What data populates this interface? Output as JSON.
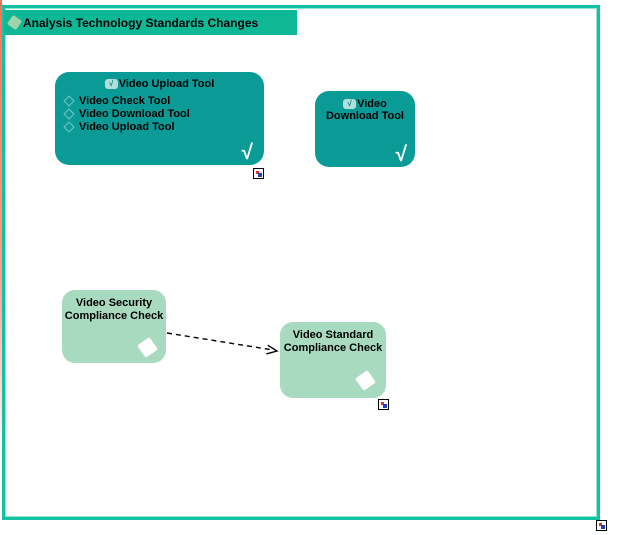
{
  "canvas": {
    "group": {
      "title": "Analysis Technology Standards Changes"
    },
    "nodes": {
      "video_upload_tool": {
        "title": "Video Upload Tool",
        "icon_glyph": "√",
        "badge": "√",
        "items": [
          "Video Check Tool",
          "Video Download Tool",
          "Video Upload Tool"
        ]
      },
      "video_download_tool": {
        "title_line1": "Video",
        "title_line2": "Download Tool",
        "icon_glyph": "√",
        "badge": "√"
      },
      "video_security_compliance_check": {
        "line1": "Video Security",
        "line2": "Compliance Check"
      },
      "video_standard_compliance_check": {
        "line1": "Video Standard",
        "line2": "Compliance Check"
      }
    },
    "relations": [
      {
        "from": "video_security_compliance_check",
        "to": "video_standard_compliance_check",
        "style": "dashed-open-arrow"
      }
    ],
    "colors": {
      "node_teal": "#0a9b97",
      "node_green": "#a7dabe",
      "group_header": "#0eb795",
      "group_border": "#12c2a2"
    }
  }
}
